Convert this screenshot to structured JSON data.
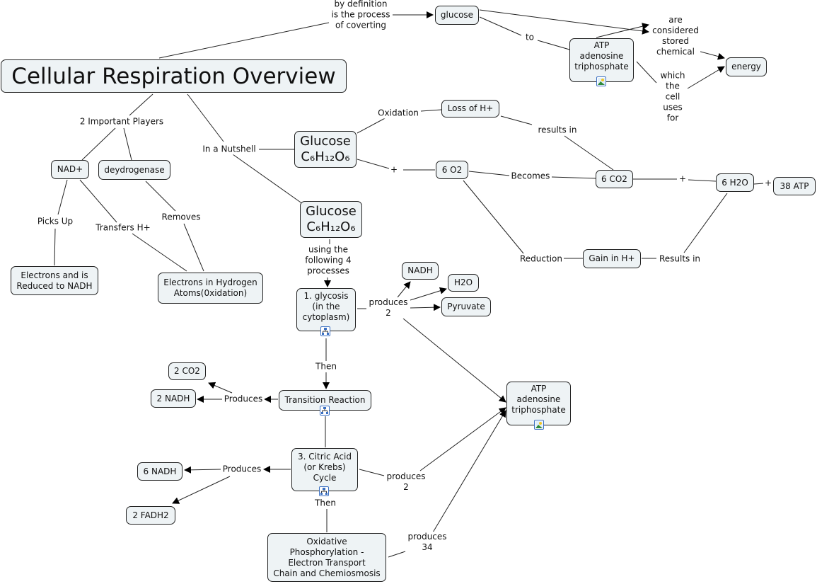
{
  "title": "Cellular Respiration Overview",
  "nodes": {
    "glucose_top": "glucose",
    "atp_top": "ATP\nadenosine\ntriphosphate",
    "energy": "energy",
    "nad": "NAD+",
    "dehydrogenase": "deydrogenase",
    "electrons_nadh": "Electrons and is\nReduced to NADH",
    "electrons_hydrogen": "Electrons in Hydrogen\nAtoms(0xidation)",
    "glucose_formula_1": "Glucose\nC₆H₁₂O₆",
    "glucose_formula_2": "Glucose\nC₆H₁₂O₆",
    "loss_h": "Loss of H+",
    "o2": "6 O2",
    "co2": "6 CO2",
    "h2o_6": "6 H2O",
    "atp_38": "38 ATP",
    "gain_h": "Gain in H+",
    "glycolysis": "1. glycosis\n(in the\ncytoplasm)",
    "nadh": "NADH",
    "h2o": "H2O",
    "pyruvate": "Pyruvate",
    "transition": "Transition Reaction",
    "co2_2": "2 CO2",
    "nadh_2": "2 NADH",
    "atp_mid": "ATP\nadenosine\ntriphosphate",
    "citric": "3. Citric Acid\n(or Krebs)\nCycle",
    "nadh_6": "6 NADH",
    "fadh2": "2 FADH2",
    "oxidative": "Oxidative\nPhosphorylation -\nElectron Transport\nChain and Chemiosmosis"
  },
  "labels": {
    "by_definition": "by definition\nis the process\nof coverting",
    "to": "to",
    "considered": "are\nconsidered\nstored\nchemical",
    "which_cell": "which\nthe\ncell\nuses\nfor",
    "important_players": "2 Important Players",
    "nutshell": "In a Nutshell",
    "picks_up": "Picks Up",
    "transfers": "Transfers H+",
    "removes": "Removes",
    "oxidation": "Oxidation",
    "results_in_1": "results in",
    "plus_1": "+",
    "becomes": "Becomes",
    "plus_2": "+",
    "plus_3": "+",
    "reduction": "Reduction",
    "results_in_2": "Results in",
    "using": "using the\nfollowing 4\nprocesses",
    "produces_2a": "produces\n2",
    "then_1": "Then",
    "produces_tr": "Produces",
    "produces_ca": "Produces",
    "produces_2b": "produces\n2",
    "then_2": "Then",
    "produces_34": "produces\n34"
  },
  "icons": {
    "image": "image-icon",
    "submap": "concept-map-icon"
  }
}
